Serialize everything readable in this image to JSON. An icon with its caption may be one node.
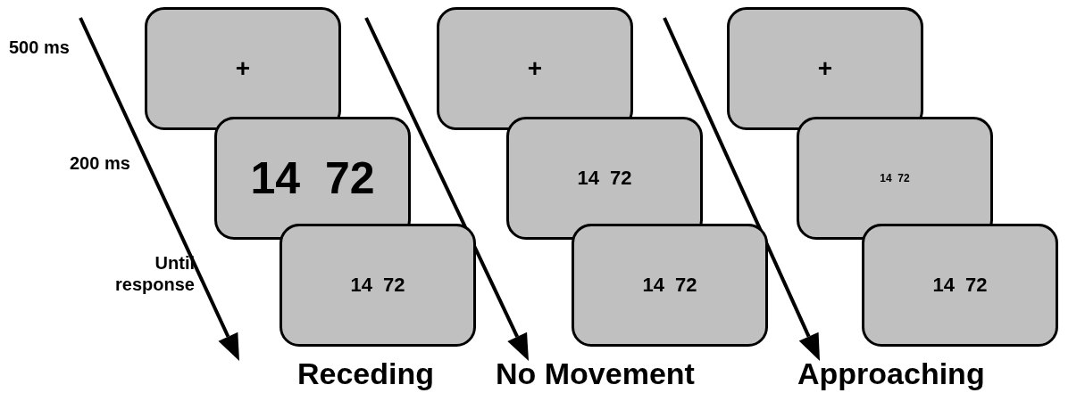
{
  "diagram": {
    "nodes": [
      {
        "text": [
          "+"
        ]
      },
      {
        "text": [
          "14  72"
        ]
      },
      {
        "text": [
          "14  72"
        ]
      },
      {
        "text": [
          "+"
        ]
      },
      {
        "text": [
          "14  72"
        ]
      },
      {
        "text": [
          "14  72"
        ]
      },
      {
        "text": [
          "+"
        ]
      },
      {
        "text": [
          "14  72"
        ]
      },
      {
        "text": [
          "14  72"
        ]
      }
    ],
    "labels": [
      "500 ms",
      "200 ms",
      "Until response",
      "Receding",
      "No Movement",
      "Approaching"
    ]
  }
}
